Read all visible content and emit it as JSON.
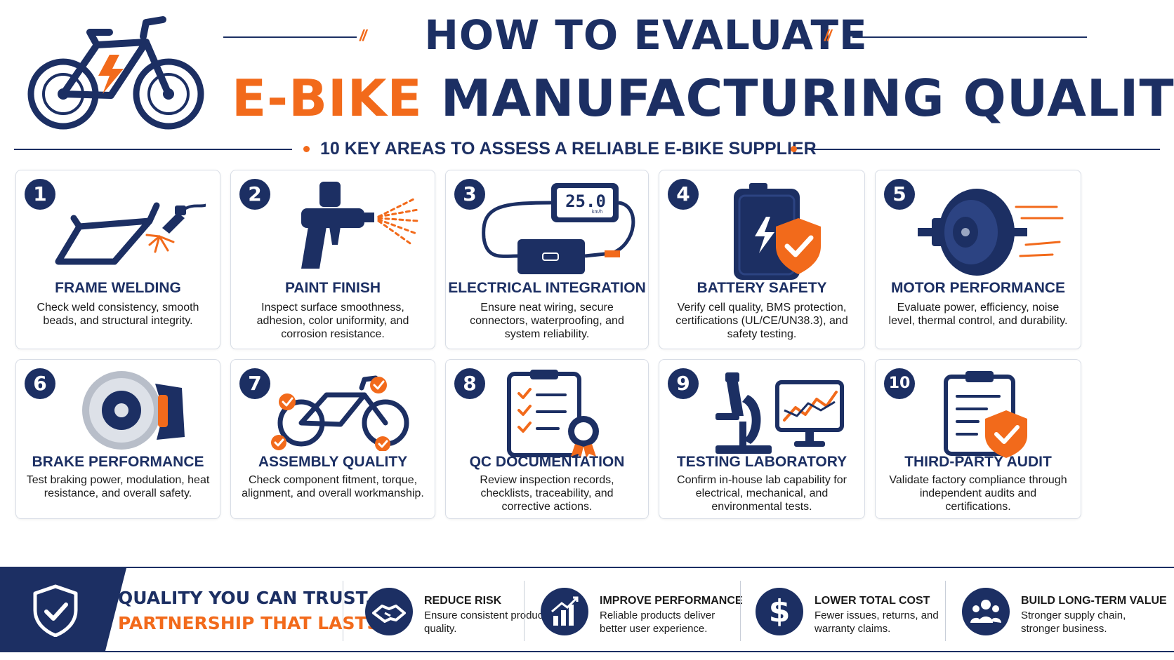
{
  "header": {
    "title_line1": "HOW TO EVALUATE",
    "title_line2_accent": "E-BIKE",
    "title_line2_main": "MANUFACTURING QUALITY",
    "subtitle": "10 KEY AREAS TO ASSESS A RELIABLE E-BIKE SUPPLIER"
  },
  "colors": {
    "navy": "#1c2f63",
    "orange": "#f26a1b",
    "card_border": "#d8dde6"
  },
  "cards": [
    {
      "number": "1",
      "icon": "welded-frame-icon",
      "title": "FRAME WELDING",
      "desc": "Check weld consistency, smooth beads, and structural integrity."
    },
    {
      "number": "2",
      "icon": "spray-gun-icon",
      "title": "PAINT FINISH",
      "desc": "Inspect surface smoothness, adhesion, color uniformity, and corrosion resistance."
    },
    {
      "number": "3",
      "icon": "display-controller-icon",
      "title": "ELECTRICAL INTEGRATION",
      "desc": "Ensure neat wiring, secure connectors, waterproofing, and system reliability.",
      "display_value": "25.0",
      "display_unit": "km/h"
    },
    {
      "number": "4",
      "icon": "battery-shield-icon",
      "title": "BATTERY SAFETY",
      "desc": "Verify cell quality, BMS protection, certifications (UL/CE/UN38.3), and safety testing."
    },
    {
      "number": "5",
      "icon": "hub-motor-icon",
      "title": "MOTOR PERFORMANCE",
      "desc": "Evaluate power, efficiency, noise level, thermal control, and durability."
    },
    {
      "number": "6",
      "icon": "disc-brake-icon",
      "title": "BRAKE PERFORMANCE",
      "desc": "Test braking power, modulation, heat resistance, and overall safety."
    },
    {
      "number": "7",
      "icon": "bike-checkpoints-icon",
      "title": "ASSEMBLY QUALITY",
      "desc": "Check component fitment, torque, alignment, and overall workmanship."
    },
    {
      "number": "8",
      "icon": "checklist-badge-icon",
      "title": "QC DOCUMENTATION",
      "desc": "Review inspection records, checklists, traceability, and corrective actions."
    },
    {
      "number": "9",
      "icon": "microscope-monitor-icon",
      "title": "TESTING LABORATORY",
      "desc": "Confirm in-house lab capability for electrical, mechanical, and environmental tests."
    },
    {
      "number": "10",
      "icon": "clipboard-shield-icon",
      "title": "THIRD-PARTY AUDIT",
      "desc": "Validate factory compliance through independent audits and certifications."
    }
  ],
  "footer": {
    "tagline1": "QUALITY YOU CAN TRUST.",
    "tagline2": "PARTNERSHIP THAT LASTS.",
    "benefits": [
      {
        "icon": "handshake-icon",
        "title": "REDUCE RISK",
        "desc": "Ensure consistent product quality."
      },
      {
        "icon": "growth-chart-icon",
        "title": "IMPROVE PERFORMANCE",
        "desc": "Reliable products deliver better user experience."
      },
      {
        "icon": "dollar-icon",
        "title": "LOWER TOTAL COST",
        "desc": "Fewer issues, returns, and warranty claims."
      },
      {
        "icon": "people-group-icon",
        "title": "BUILD LONG-TERM VALUE",
        "desc": "Stronger supply chain, stronger business."
      }
    ]
  }
}
